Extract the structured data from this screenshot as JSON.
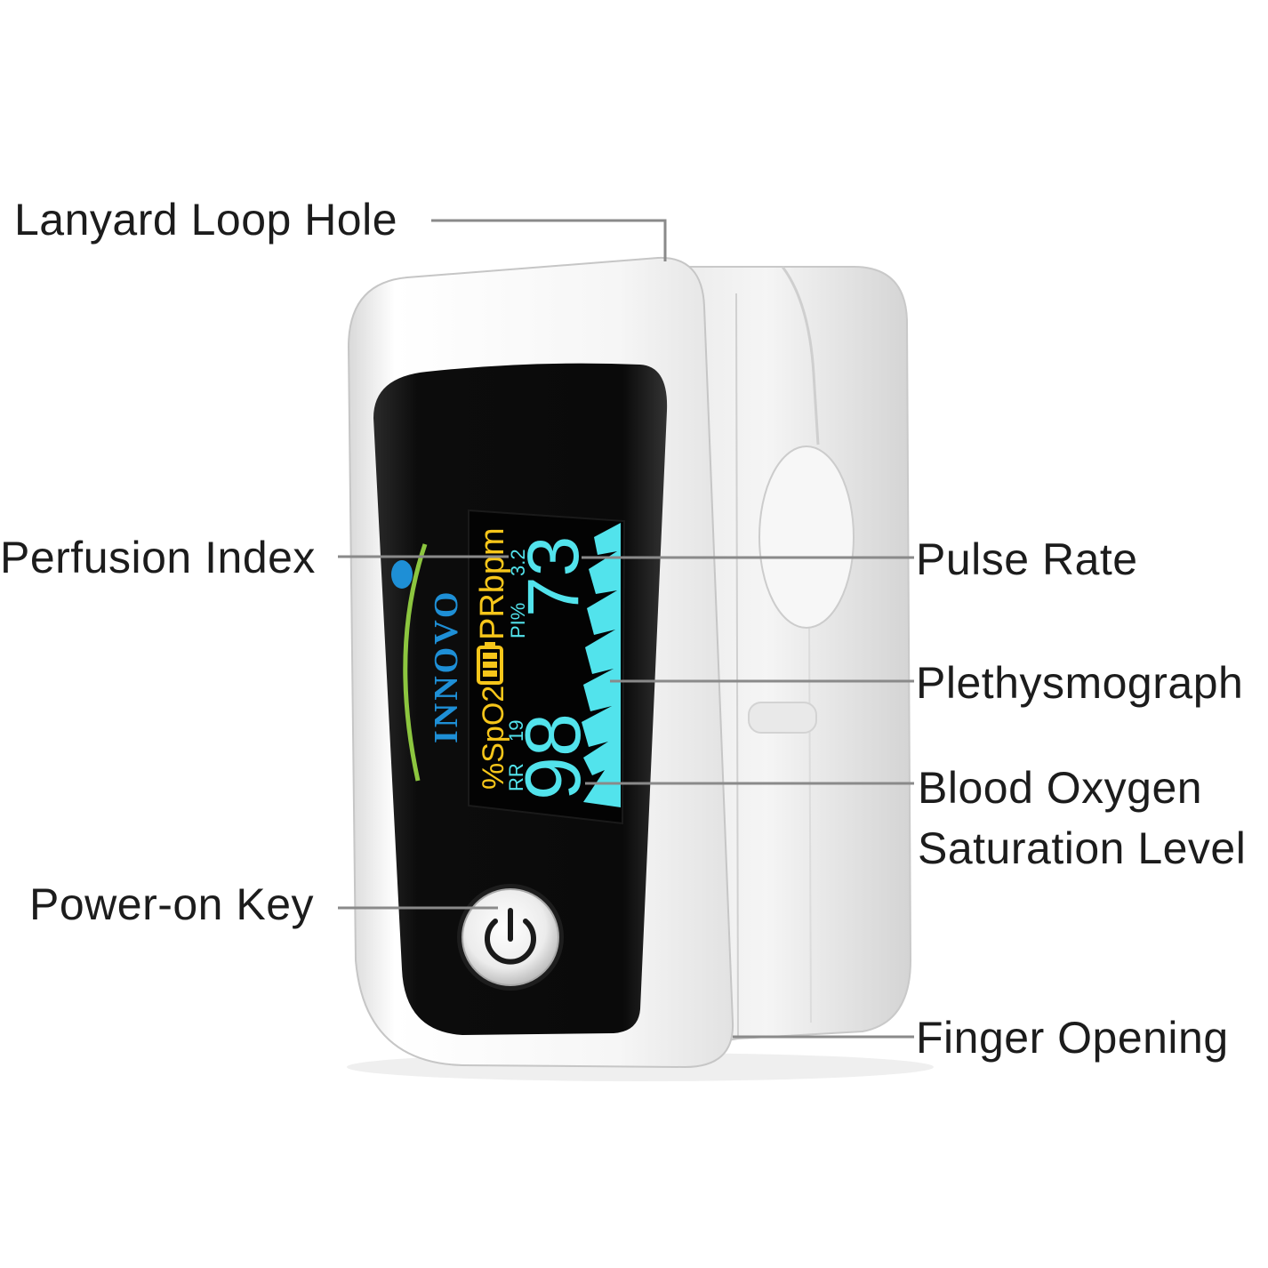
{
  "callouts": {
    "lanyard": "Lanyard Loop Hole",
    "perfusion": "Perfusion Index",
    "pulse": "Pulse Rate",
    "pleth": "Plethysmograph",
    "spo2_line1": "Blood Oxygen",
    "spo2_line2": "Saturation Level",
    "power": "Power-on Key",
    "finger": "Finger Opening"
  },
  "device": {
    "brand": "INNOVO",
    "screen": {
      "spo2_label": "%SpO2",
      "spo2_value": "98",
      "pr_label": "PRbpm",
      "pr_value": "73",
      "rr_label": "RR",
      "rr_value": "19",
      "pi_label": "PI%",
      "pi_value": "3.2"
    }
  },
  "colors": {
    "body": "#f4f4f4",
    "face": "#0b0b0b",
    "screen": "#050505",
    "yellow": "#f7c61a",
    "cyan": "#52e3ec",
    "brand_blue": "#1e8fd6",
    "brand_green": "#8cc63f",
    "leader": "#8a8a8a"
  },
  "icons": {
    "power": "power-icon",
    "battery": "battery-icon"
  }
}
